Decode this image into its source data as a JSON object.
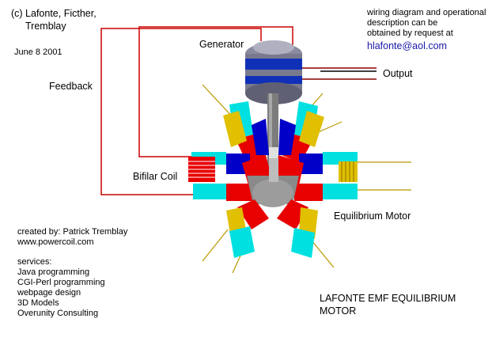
{
  "credits": {
    "authors_line1": "(c) Lafonte, Ficther,",
    "authors_line2": "Tremblay",
    "date": "June 8 2001"
  },
  "info": {
    "line1": "wiring diagram and operational",
    "line2": "description can be",
    "line3": "obtained by request at",
    "email": "hlafonte@aol.com"
  },
  "labels": {
    "generator": "Generator",
    "output": "Output",
    "feedback": "Feedback",
    "bifilar_coil": "Bifilar Coil",
    "equilibrium_motor": "Equilibrium Motor"
  },
  "creator": {
    "created_by": "created by: Patrick Tremblay",
    "website": "www.powercoil.com"
  },
  "services": {
    "heading": "services:",
    "items": [
      "Java programming",
      "CGI-Perl programming",
      "webpage design",
      "3D Models",
      "Overunity Consulting"
    ]
  },
  "title": {
    "line1": "LAFONTE EMF EQUILIBRIUM",
    "line2": "MOTOR"
  },
  "colors": {
    "wire": "#cc0000",
    "magnet_red": "#e80000",
    "magnet_cyan": "#00e0e0",
    "magnet_blue": "#0000c8",
    "coil_yellow": "#e0c000",
    "email_blue": "#1a1aa8"
  }
}
